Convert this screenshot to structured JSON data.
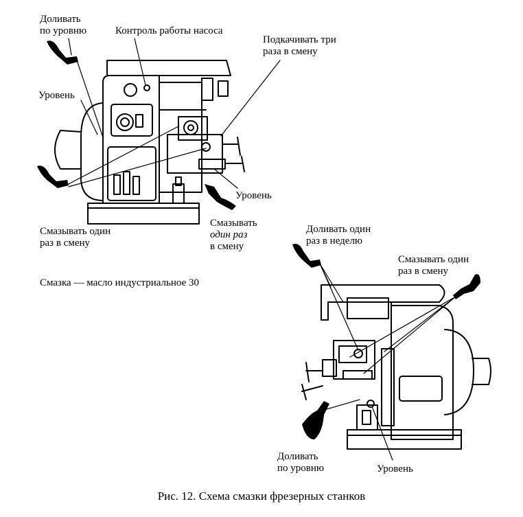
{
  "labels": {
    "top_fill_level": [
      "Доливать",
      "по уровню"
    ],
    "pump_check": "Контроль работы насоса",
    "pump_three": [
      "Подкачивать три",
      "раза в смену"
    ],
    "level_left": "Уровень",
    "level_mid": "Уровень",
    "lube_once_left": [
      "Смазывать один",
      "раз в смену"
    ],
    "lube_once_mid": [
      "Смазывать",
      "один раз",
      "в смену"
    ],
    "oil_note": "Смазка — масло индустриальное 30",
    "fill_weekly": [
      "Доливать один",
      "раз в неделю"
    ],
    "lube_once_right": [
      "Смазывать один",
      "раз в смену"
    ],
    "bottom_fill_level": [
      "Доливать",
      "по уровню"
    ],
    "level_bottom": "Уровень"
  },
  "icons": {
    "oiler": "oil-can-icon",
    "machine": "milling-machine-drawing"
  },
  "caption": "Рис. 12. Схема смазки фрезерных станков"
}
